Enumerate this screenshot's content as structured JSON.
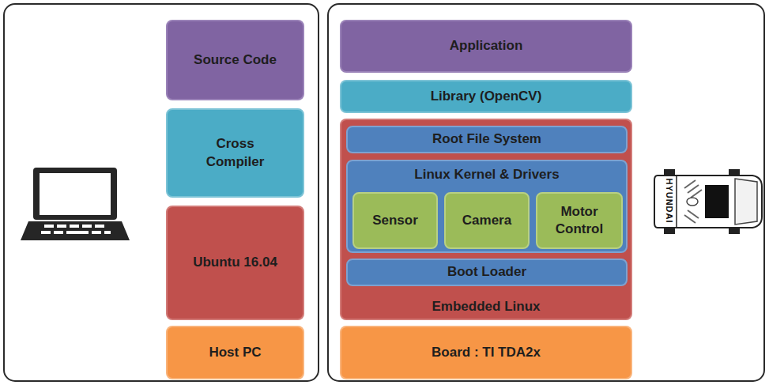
{
  "diagram": {
    "nodes": [
      {
        "text": [
          "Source Code"
        ]
      },
      {
        "text": [
          "Cross Compiler"
        ]
      },
      {
        "text": [
          "Ubuntu 16.04"
        ]
      },
      {
        "text": [
          "Host PC"
        ]
      },
      {
        "text": [
          "Application"
        ]
      },
      {
        "text": [
          "Library (OpenCV)"
        ]
      },
      {
        "text": [
          "Embedded Linux"
        ]
      },
      {
        "text": [
          "Root File System"
        ],
        "in": 6
      },
      {
        "text": [
          "Linux Kernel & Drivers"
        ],
        "in": 6
      },
      {
        "text": [
          "Sensor"
        ],
        "in": 8
      },
      {
        "text": [
          "Camera"
        ],
        "in": 8
      },
      {
        "text": [
          "Motor Control"
        ],
        "in": 8
      },
      {
        "text": [
          "Boot Loader"
        ],
        "in": 6
      },
      {
        "text": [
          "Board : TI TDA2x"
        ]
      }
    ],
    "labels": [
      "HYUNDAI"
    ]
  }
}
